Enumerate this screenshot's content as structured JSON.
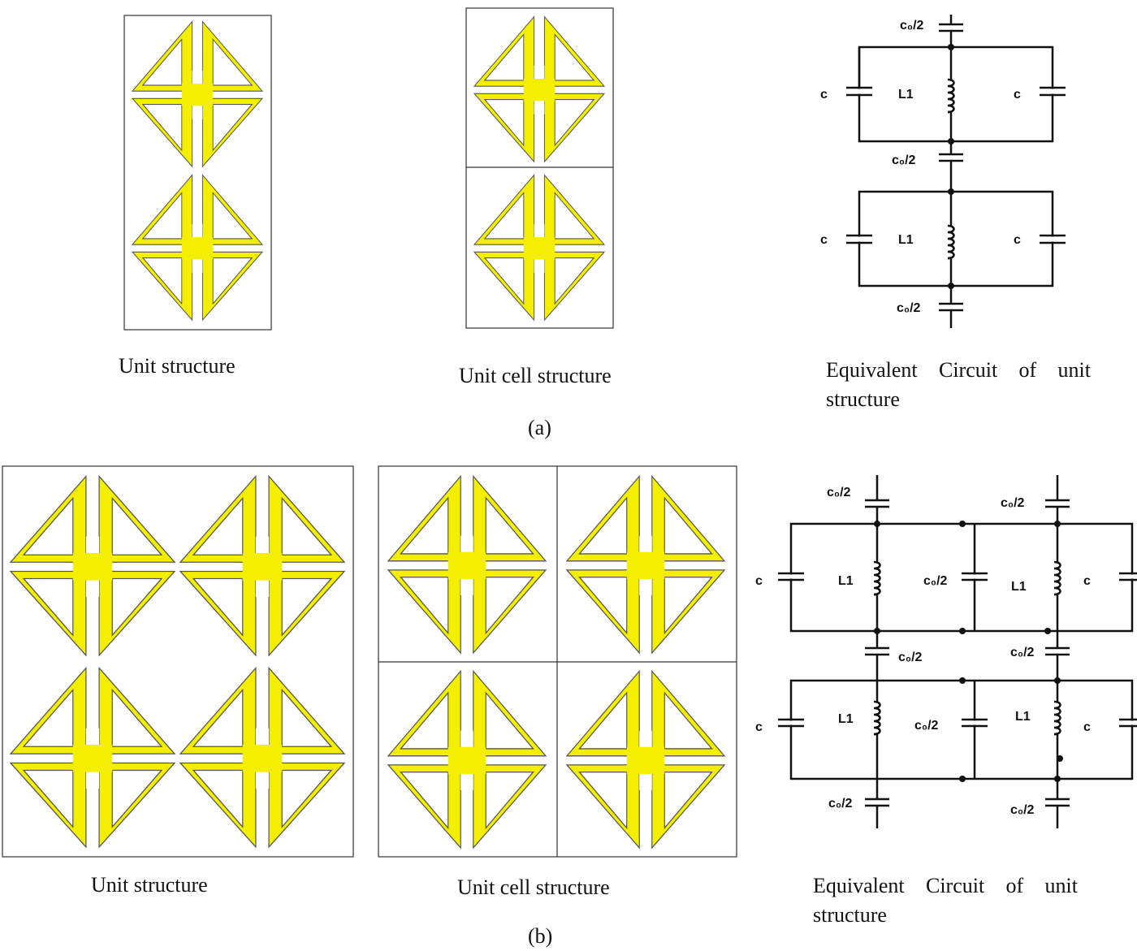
{
  "colors": {
    "patch": "#f4ee00",
    "patch_stroke": "#555555",
    "frame": "#333333",
    "wire": "#111111"
  },
  "panel_a": {
    "unit_structure_caption": "Unit structure",
    "unit_cell_caption": "Unit cell structure",
    "circuit_caption": "Equivalent Circuit of unit structure",
    "tag": "(a)",
    "circuit": {
      "c0": "c₀/2",
      "c": "c",
      "l": "L1"
    }
  },
  "panel_b": {
    "unit_structure_caption": "Unit structure",
    "unit_cell_caption": "Unit cell structure",
    "circuit_caption": "Equivalent Circuit of unit structure",
    "tag": "(b)",
    "circuit": {
      "c0": "c₀/2",
      "c": "c",
      "l": "L1"
    }
  }
}
